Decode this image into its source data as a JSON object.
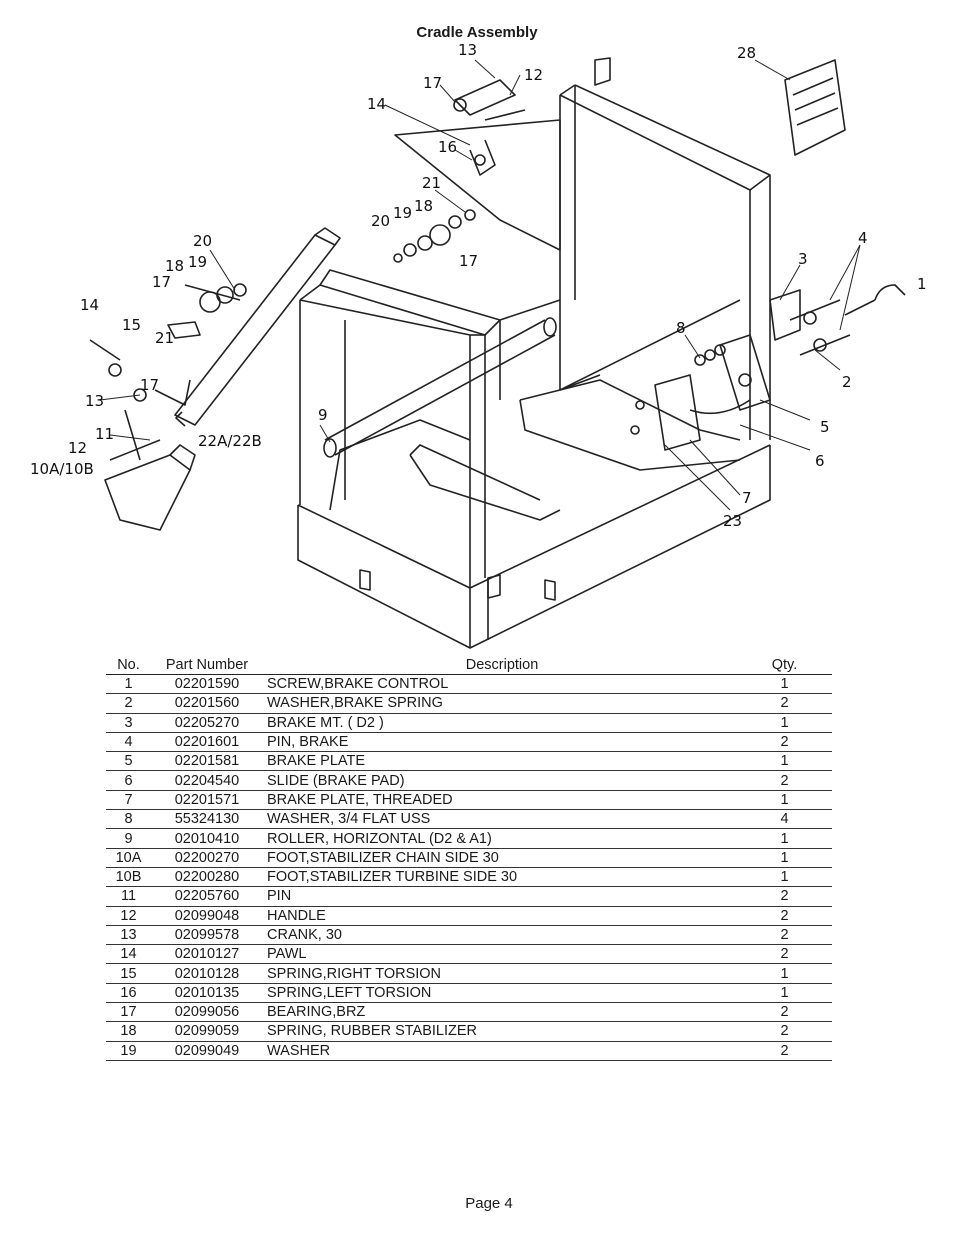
{
  "title": "Cradle Assembly",
  "diagram": {
    "callouts": [
      "13",
      "12",
      "17",
      "14",
      "28",
      "16",
      "21",
      "19",
      "18",
      "20",
      "17",
      "20",
      "18",
      "19",
      "17",
      "14",
      "15",
      "21",
      "3",
      "4",
      "1",
      "8",
      "2",
      "13",
      "17",
      "9",
      "11",
      "22A/22B",
      "5",
      "12",
      "6",
      "10A/10B",
      "7",
      "23"
    ]
  },
  "table": {
    "headers": {
      "no": "No.",
      "part_number": "Part Number",
      "description": "Description",
      "qty": "Qty."
    },
    "rows": [
      {
        "no": "1",
        "part": "02201590",
        "desc": "SCREW,BRAKE CONTROL",
        "qty": "1"
      },
      {
        "no": "2",
        "part": "02201560",
        "desc": "WASHER,BRAKE SPRING",
        "qty": "2"
      },
      {
        "no": "3",
        "part": "02205270",
        "desc": "BRAKE MT. ( D2 )",
        "qty": "1"
      },
      {
        "no": "4",
        "part": "02201601",
        "desc": "PIN, BRAKE",
        "qty": "2"
      },
      {
        "no": "5",
        "part": "02201581",
        "desc": "BRAKE PLATE",
        "qty": "1"
      },
      {
        "no": "6",
        "part": "02204540",
        "desc": "SLIDE (BRAKE PAD)",
        "qty": "2"
      },
      {
        "no": "7",
        "part": "02201571",
        "desc": "BRAKE PLATE, THREADED",
        "qty": "1"
      },
      {
        "no": "8",
        "part": "55324130",
        "desc": "WASHER, 3/4 FLAT USS",
        "qty": "4"
      },
      {
        "no": "9",
        "part": "02010410",
        "desc": "ROLLER, HORIZONTAL (D2 & A1)",
        "qty": "1"
      },
      {
        "no": "10A",
        "part": "02200270",
        "desc": "FOOT,STABILIZER CHAIN SIDE 30",
        "qty": "1"
      },
      {
        "no": "10B",
        "part": "02200280",
        "desc": "FOOT,STABILIZER TURBINE SIDE 30",
        "qty": "1"
      },
      {
        "no": "11",
        "part": "02205760",
        "desc": "PIN",
        "qty": "2"
      },
      {
        "no": "12",
        "part": "02099048",
        "desc": "HANDLE",
        "qty": "2"
      },
      {
        "no": "13",
        "part": "02099578",
        "desc": "CRANK, 30",
        "qty": "2"
      },
      {
        "no": "14",
        "part": "02010127",
        "desc": "PAWL",
        "qty": "2"
      },
      {
        "no": "15",
        "part": "02010128",
        "desc": "SPRING,RIGHT TORSION",
        "qty": "1"
      },
      {
        "no": "16",
        "part": "02010135",
        "desc": "SPRING,LEFT TORSION",
        "qty": "1"
      },
      {
        "no": "17",
        "part": "02099056",
        "desc": "BEARING,BRZ",
        "qty": "2"
      },
      {
        "no": "18",
        "part": "02099059",
        "desc": "SPRING, RUBBER STABILIZER",
        "qty": "2"
      },
      {
        "no": "19",
        "part": "02099049",
        "desc": "WASHER",
        "qty": "2"
      }
    ]
  },
  "footer": {
    "page": "Page 4"
  }
}
